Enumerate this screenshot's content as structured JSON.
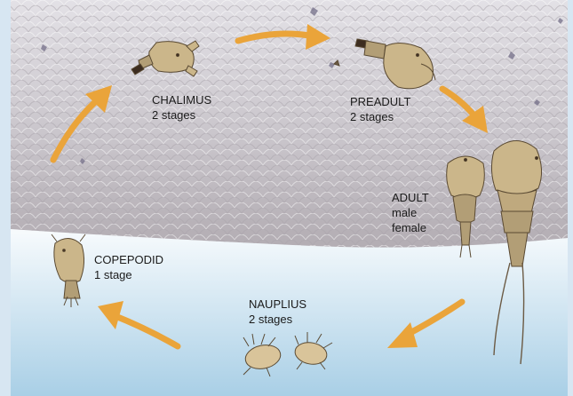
{
  "stages": {
    "chalimus": {
      "name": "CHALIMUS",
      "count": "2 stages"
    },
    "preadult": {
      "name": "PREADULT",
      "count": "2 stages"
    },
    "adult": {
      "name": "ADULT",
      "sub1": "male",
      "sub2": "female"
    },
    "nauplius": {
      "name": "NAUPLIUS",
      "count": "2 stages"
    },
    "copepodid": {
      "name": "COPEPODID",
      "count": "1 stage"
    }
  },
  "colors": {
    "arrow": "#eaa43a",
    "louse_body": "#cbb68a",
    "louse_outline": "#5a4a33",
    "louse_dark": "#3d2d20",
    "water_top": "#ffffff",
    "water_bottom": "#a9cfe6",
    "fish_skin": "#cfcbd0",
    "frame": "#d7e6f2"
  }
}
